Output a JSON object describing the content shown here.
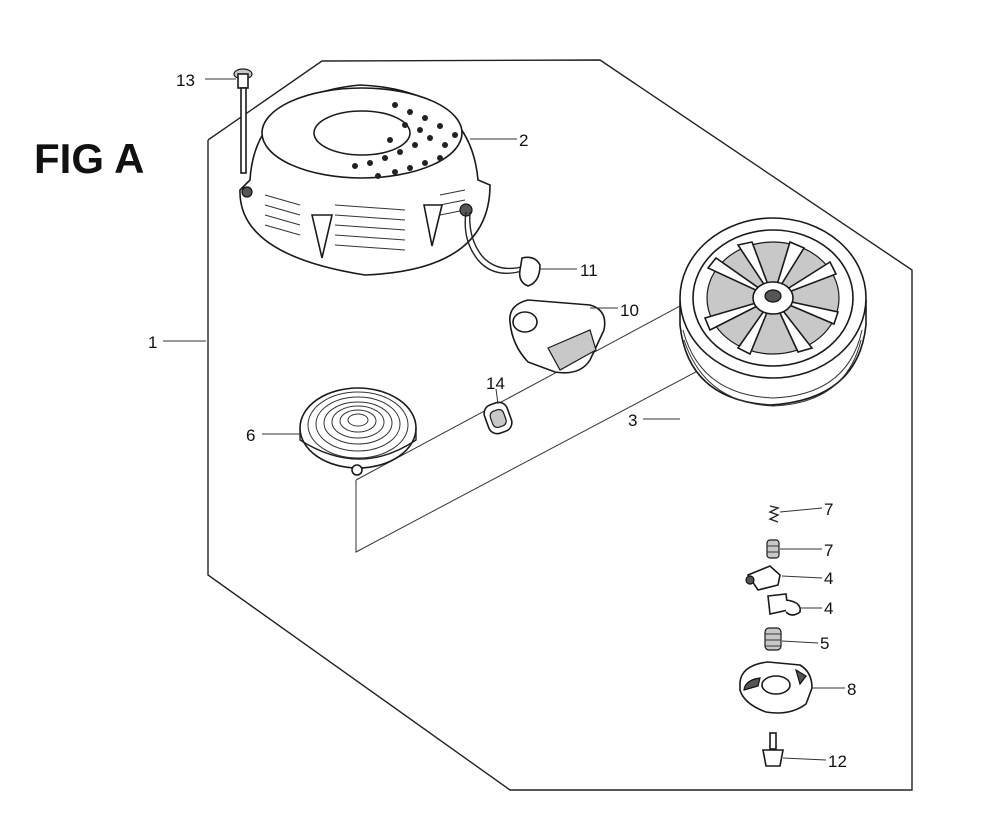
{
  "figure": {
    "title": "FIG A"
  },
  "callouts": [
    {
      "id": "c13",
      "text": "13"
    },
    {
      "id": "c2",
      "text": "2"
    },
    {
      "id": "c11",
      "text": "11"
    },
    {
      "id": "c10",
      "text": "10"
    },
    {
      "id": "c1",
      "text": "1"
    },
    {
      "id": "c14",
      "text": "14"
    },
    {
      "id": "c6",
      "text": "6"
    },
    {
      "id": "c3",
      "text": "3"
    },
    {
      "id": "c7a",
      "text": "7"
    },
    {
      "id": "c7b",
      "text": "7"
    },
    {
      "id": "c4a",
      "text": "4"
    },
    {
      "id": "c4b",
      "text": "4"
    },
    {
      "id": "c5",
      "text": "5"
    },
    {
      "id": "c8",
      "text": "8"
    },
    {
      "id": "c12",
      "text": "12"
    }
  ]
}
